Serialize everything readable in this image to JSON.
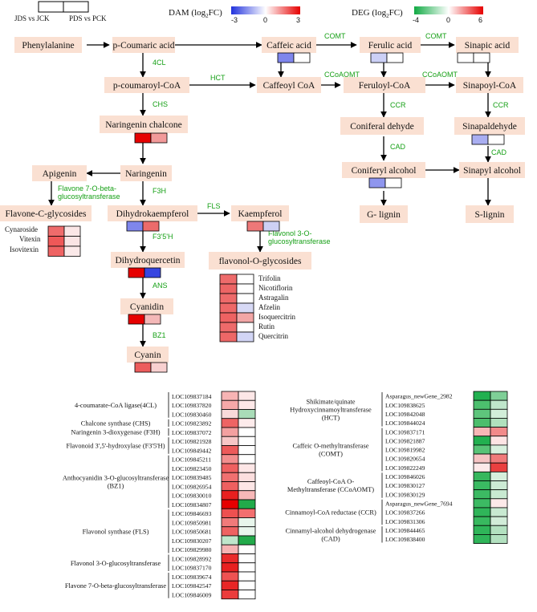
{
  "legend": {
    "jds": "JDS vs JCK",
    "pds": "PDS vs PCK",
    "dam_title": "DAM (log",
    "dam_sub": "2",
    "dam_suffix": "FC)",
    "dam_ticks": [
      "-3",
      "0",
      "3"
    ],
    "deg_title": "DEG (log",
    "deg_sub": "2",
    "deg_suffix": "FC)",
    "deg_ticks": [
      "-4",
      "0",
      "6"
    ],
    "dam_colors": [
      "#2233dd",
      "#ffffff",
      "#e60000"
    ],
    "deg_colors": [
      "#11aa44",
      "#ffffff",
      "#e60000"
    ]
  },
  "pathway": {
    "nodes": [
      {
        "id": "phe",
        "label": "Phenylalanine"
      },
      {
        "id": "pcou",
        "label": "p-Coumaric acid"
      },
      {
        "id": "caff",
        "label": "Caffeic acid"
      },
      {
        "id": "fer",
        "label": "Ferulic acid"
      },
      {
        "id": "sin",
        "label": "Sinapic acid"
      },
      {
        "id": "pcoa",
        "label": "p-coumaroyl-CoA"
      },
      {
        "id": "caffcoa",
        "label": "Caffeoyl CoA"
      },
      {
        "id": "fercoa",
        "label": "Feruloyl-CoA"
      },
      {
        "id": "sincoa",
        "label": "Sinapoyl-CoA"
      },
      {
        "id": "narch",
        "label": "Naringenin chalcone"
      },
      {
        "id": "conald",
        "label": "Coniferal dehyde"
      },
      {
        "id": "sinald",
        "label": "Sinapaldehyde"
      },
      {
        "id": "api",
        "label": "Apigenin"
      },
      {
        "id": "nar",
        "label": "Naringenin"
      },
      {
        "id": "conalc",
        "label": "Coniferyl alcohol"
      },
      {
        "id": "sinalc",
        "label": "Sinapyl alcohol"
      },
      {
        "id": "flavc",
        "label": "Flavone-C-glycosides"
      },
      {
        "id": "dhk",
        "label": "Dihydrokaempferol"
      },
      {
        "id": "kae",
        "label": "Kaempferol"
      },
      {
        "id": "glig",
        "label": "G- lignin"
      },
      {
        "id": "slig",
        "label": "S-lignin"
      },
      {
        "id": "dhq",
        "label": "Dihydroquercetin"
      },
      {
        "id": "flavo",
        "label": "flavonol-O-glycosides"
      },
      {
        "id": "cya",
        "label": "Cyanidin"
      },
      {
        "id": "cyanin",
        "label": "Cyanin"
      }
    ],
    "enzymes": {
      "comt1": "COMT",
      "comt2": "COMT",
      "cl4": "4CL",
      "hct": "HCT",
      "ccoaomt1": "CCoAOMT",
      "ccoaomt2": "CCoAOMT",
      "chs": "CHS",
      "ccr1": "CCR",
      "ccr2": "CCR",
      "cad1": "CAD",
      "cad2": "CAD",
      "f7gt_1": "Flavone 7-O-beta-",
      "f7gt_2": "glucosyltransferase",
      "f3h": "F3H",
      "fls": "FLS",
      "f3gt_1": "Flavonol 3-O-",
      "f3gt_2": "glucosyltransferase",
      "f35h": "F3'5'H",
      "ans": "ANS",
      "bz1": "BZ1"
    },
    "metabolite_cells": {
      "pcou": [
        "#ffffff",
        "#ffffff"
      ],
      "caff": [
        "#7f86ec",
        "#ffffff"
      ],
      "fer": [
        "#ccd0f6",
        "#ffffff"
      ],
      "sin": [
        "#ffffff",
        "#ffffff"
      ],
      "narch": [
        "#e60000",
        "#f29a9a"
      ],
      "sinald": [
        "#a9aef1",
        "#ffffff"
      ],
      "conalc": [
        "#8f96ee",
        "#ffffff"
      ],
      "dhk": [
        "#7f86ec",
        "#ec6b6b"
      ],
      "kae": [
        "#ee7878",
        "#cdd0f5"
      ],
      "dhq": [
        "#e60000",
        "#3646e0"
      ],
      "cya": [
        "#e60000",
        "#f4b8b8"
      ],
      "cyanin": [
        "#ec5c5c",
        "#f8d0d0"
      ]
    },
    "flavone_list": {
      "labels": [
        "Cynaroside",
        "Vitexin",
        "Isovitexin"
      ],
      "cells": [
        [
          "#ef6b6b",
          "#fbe6e6"
        ],
        [
          "#ef5858",
          "#fae4e4"
        ],
        [
          "#ef6363",
          "#fbe9e9"
        ]
      ]
    },
    "flavonol_list": {
      "labels": [
        "Trifolin",
        "Nicotiflorin",
        "Astragalin",
        "Afzelin",
        "Isoquercitrin",
        "Rutin",
        "Quercitrin"
      ],
      "cells": [
        [
          "#ee6b6b",
          "#ffffff"
        ],
        [
          "#ed6565",
          "#ffffff"
        ],
        [
          "#ee6a6a",
          "#ffffff"
        ],
        [
          "#ee6868",
          "#d7d9f5"
        ],
        [
          "#ee6262",
          "#f2a6a6"
        ],
        [
          "#ee6a6a",
          "#ffffff"
        ],
        [
          "#ee6767",
          "#d2d5f5"
        ]
      ]
    }
  },
  "gene_left": {
    "groups": [
      {
        "label": [
          "4-coumarate-CoA ligase(4CL)"
        ],
        "genes": [
          "LOC109837184",
          "LOC109837820",
          "LOC109830460"
        ]
      },
      {
        "label": [
          "Chalcone synthase (CHS)"
        ],
        "genes": [
          "LOC109823892"
        ]
      },
      {
        "label": [
          "Naringenin 3-dioxygenase (F3H)"
        ],
        "genes": [
          "LOC109837072"
        ]
      },
      {
        "label": [
          "Flavonoid 3',5'-hydroxylase (F3'5'H)"
        ],
        "genes": [
          "LOC109821928",
          "LOC109849442"
        ]
      },
      {
        "label": [
          "Anthocyanidin 3-O-glucosyltransferase",
          "(BZ1)"
        ],
        "genes": [
          "LOC109845211",
          "LOC109823450",
          "LOC109839485",
          "LOC109826954",
          "LOC109830010",
          "LOC109834807"
        ]
      },
      {
        "label": [
          "Flavonol synthase (FLS)"
        ],
        "genes": [
          "LOC109846693",
          "LOC109850981",
          "LOC109850681",
          "LOC109830207",
          "LOC109829980"
        ]
      },
      {
        "label": [
          "Flavonol 3-O-glucosyltransferase"
        ],
        "genes": [
          "LOC109828992",
          "LOC109837170"
        ]
      },
      {
        "label": [
          "Flavone 7-O-beta-glucosyltransferase"
        ],
        "genes": [
          "LOC109839674",
          "LOC109842547",
          "LOC109846009"
        ]
      }
    ],
    "cells": [
      [
        "#f7b4b4",
        "#fde7e7"
      ],
      [
        "#f6a8a8",
        "#fde8e8"
      ],
      [
        "#f9dada",
        "#a9dcb8"
      ],
      [
        "#ee6464",
        "#fdebeb"
      ],
      [
        "#f3a0a0",
        "#ffffff"
      ],
      [
        "#f7c6c6",
        "#ffffff"
      ],
      [
        "#ec5a5a",
        "#ffffff"
      ],
      [
        "#f28e8e",
        "#ffffff"
      ],
      [
        "#ee6060",
        "#fde6e6"
      ],
      [
        "#f07070",
        "#fcdede"
      ],
      [
        "#ee6060",
        "#fde6e6"
      ],
      [
        "#e82020",
        "#f7b8b8"
      ],
      [
        "#e60000",
        "#22aa4a"
      ],
      [
        "#ee5050",
        "#f26f6f"
      ],
      [
        "#f07a7a",
        "#e8f6ec"
      ],
      [
        "#ee6262",
        "#e9f6ed"
      ],
      [
        "#bfe6cb",
        "#22aa4a"
      ],
      [
        "#f6b3b3",
        "#ffffff"
      ],
      [
        "#e92a2a",
        "#ffffff"
      ],
      [
        "#e82020",
        "#ffffff"
      ],
      [
        "#ee5252",
        "#ffffff"
      ],
      [
        "#e82626",
        "#ffffff"
      ],
      [
        "#eb3c3c",
        "#ffffff"
      ]
    ]
  },
  "gene_right": {
    "groups": [
      {
        "label": [
          "Shikimate/quinate",
          "Hydroxycinnamoyltransferase",
          "(HCT)"
        ],
        "genes": [
          "Asparagus_newGene_2982",
          "LOC109838625",
          "LOC109842048",
          "LOC109844024"
        ]
      },
      {
        "label": [
          "Caffeic O-methyltransferase",
          "(COMT)"
        ],
        "genes": [
          "LOC109837171",
          "LOC109821887",
          "LOC109819982",
          "LOC109820654",
          "LOC109822249"
        ]
      },
      {
        "label": [
          "Caffeoyl-CoA O-",
          "Methyltransferase (CCoAOMT)"
        ],
        "genes": [
          "LOC109846026",
          "LOC109830127",
          "LOC109830129"
        ]
      },
      {
        "label": [
          "Cinnamoyl-CoA reductase (CCR)"
        ],
        "genes": [
          "Asparagus_newGene_7694",
          "LOC109837266",
          "LOC109831306"
        ]
      },
      {
        "label": [
          "Cinnamyl-alcohol dehydrogenase",
          "(CAD)"
        ],
        "genes": [
          "LOC109844465",
          "LOC109838400"
        ]
      }
    ],
    "cells": [
      [
        "#22b050",
        "#7fcf97"
      ],
      [
        "#4cbf6e",
        "#bfe6cb"
      ],
      [
        "#5ec57c",
        "#d2eed9"
      ],
      [
        "#4cbe6c",
        "#b0e0bd"
      ],
      [
        "#f7b6b6",
        "#f28a8a"
      ],
      [
        "#22b050",
        "#fde4e4"
      ],
      [
        "#58c377",
        "#d8f0de"
      ],
      [
        "#f6c4c4",
        "#f07a7a"
      ],
      [
        "#fde9e9",
        "#ea4040"
      ],
      [
        "#36b75d",
        "#d6efdc"
      ],
      [
        "#3aba62",
        "#cdebd5"
      ],
      [
        "#3cba63",
        "#c8e9d1"
      ],
      [
        "#3cba63",
        "#fde9e9"
      ],
      [
        "#2fb559",
        "#c8e9d1"
      ],
      [
        "#38b95f",
        "#d1ecd8"
      ],
      [
        "#2fb559",
        "#b3e1c0"
      ],
      [
        "#2fb559",
        "#b3e1c0"
      ]
    ]
  }
}
